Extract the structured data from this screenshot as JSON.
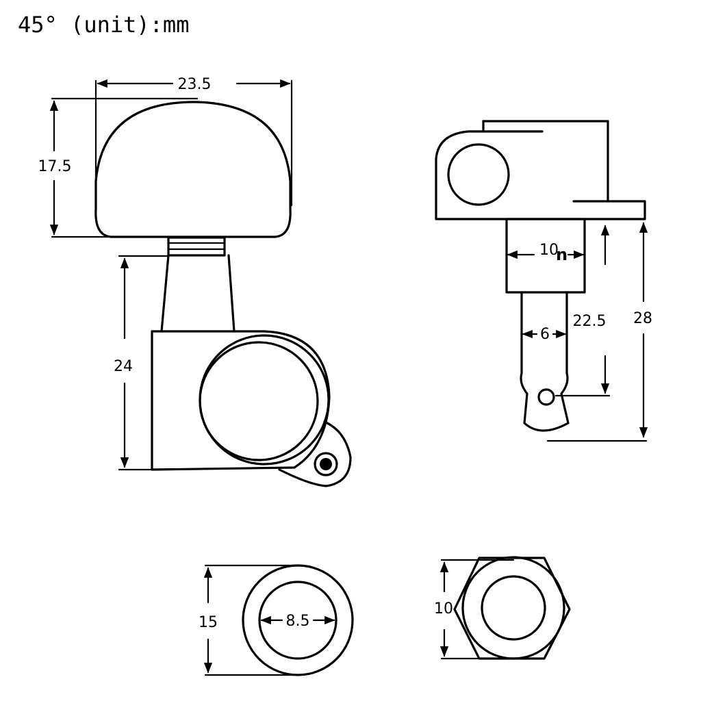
{
  "header": {
    "title": "45° (unit):mm"
  },
  "dimensions": {
    "button_width": "23.5",
    "button_height": "17.5",
    "housing_height": "24",
    "bushing_width": "10",
    "bushing_unit_glyph": "n",
    "post_width": "6",
    "post_length": "22.5",
    "total_height": "28",
    "washer_outer": "15",
    "washer_inner": "8.5",
    "nut_size": "10"
  }
}
